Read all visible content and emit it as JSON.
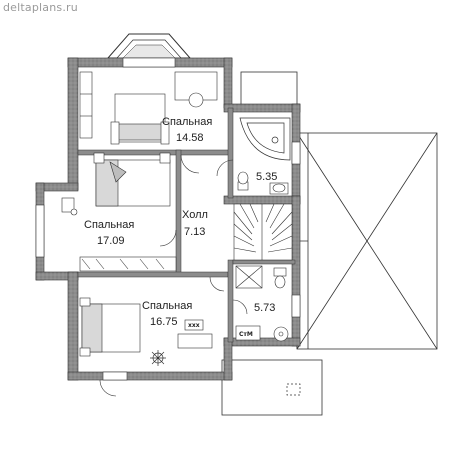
{
  "watermark": "deltaplans.ru",
  "rooms": [
    {
      "id": "bedroom-top",
      "name": "Спальная",
      "area": "14.58"
    },
    {
      "id": "bedroom-left",
      "name": "Спальная",
      "area": "17.09"
    },
    {
      "id": "hall",
      "name": "Холл",
      "area": "7.13"
    },
    {
      "id": "bath-top",
      "name": "",
      "area": "5.35"
    },
    {
      "id": "bath-bottom",
      "name": "",
      "area": "5.73"
    },
    {
      "id": "bedroom-bottom",
      "name": "Спальная",
      "area": "16.75"
    }
  ],
  "fixtures": {
    "washer_label": "СтМ",
    "heater_label": "xxx"
  }
}
